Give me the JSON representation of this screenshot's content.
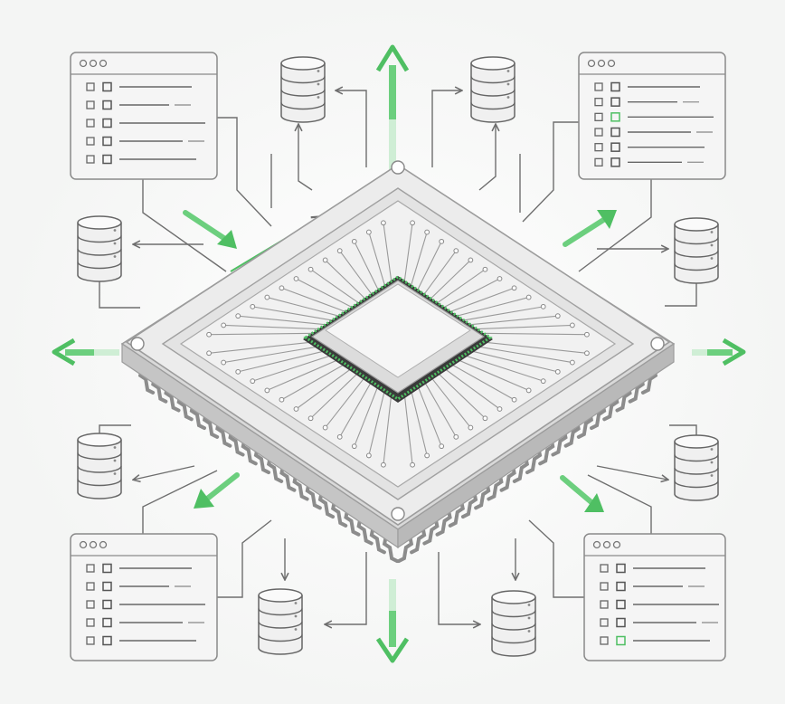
{
  "colors": {
    "background": "#f4f5f4",
    "line": "#6e6e6e",
    "panel_fill": "#f2f2f2",
    "panel_stroke": "#8a8a8a",
    "accent_green": "#4fbf63",
    "chip_body": "#e8e8e8",
    "chip_edge": "#b7b7b7"
  },
  "icons": {
    "window": "app-window-icon",
    "database": "database-stack-icon",
    "processor": "cpu-chip-icon",
    "flow_arrow": "green-flow-arrow-icon",
    "connector": "connector-arrow-icon"
  },
  "windows": [
    {
      "name": "window-top-left",
      "rows": 5
    },
    {
      "name": "window-top-right",
      "rows": 6
    },
    {
      "name": "window-bottom-left",
      "rows": 5
    },
    {
      "name": "window-bottom-right",
      "rows": 5
    }
  ],
  "databases": [
    {
      "name": "database-top-left"
    },
    {
      "name": "database-top-right"
    },
    {
      "name": "database-mid-left"
    },
    {
      "name": "database-mid-right"
    },
    {
      "name": "database-lower-left"
    },
    {
      "name": "database-lower-right"
    },
    {
      "name": "database-bottom-left"
    },
    {
      "name": "database-bottom-right"
    }
  ]
}
